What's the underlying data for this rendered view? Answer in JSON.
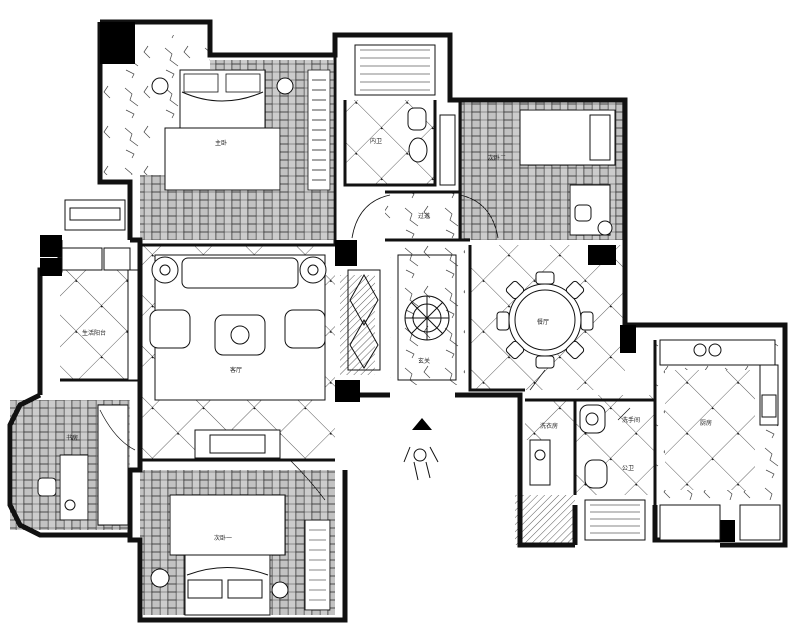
{
  "plan": {
    "rooms": {
      "master_bedroom": "主卧",
      "inner_bath": "内卫",
      "second_bedroom_2": "次卧二",
      "corridor": "过道",
      "living_room": "客厅",
      "dining_room": "餐厅",
      "entrance": "玄关",
      "utility_balcony": "生活阳台",
      "study": "书房",
      "laundry": "洗衣房",
      "wash_area": "洗手间",
      "public_bath": "公卫",
      "kitchen": "厨房",
      "second_bedroom_1": "次卧一"
    }
  }
}
